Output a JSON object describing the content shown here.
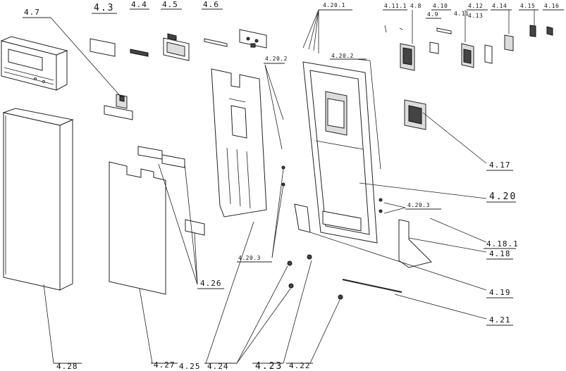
{
  "labels": {
    "l4_3": "4.3",
    "l4_4": "4.4",
    "l4_5": "4.5",
    "l4_6": "4.6",
    "l4_7": "4.7",
    "l4_20_1": "4.20.1",
    "l4_20_2a": "4.20.2",
    "l4_20_2b": "4.20.2",
    "l4_11_1": "4.11.1",
    "l4_8": "4.8",
    "l4_9": "4.9",
    "l4_10": "4.10",
    "l4_11": "4.11",
    "l4_12": "4.12",
    "l4_13": "4.13",
    "l4_14": "4.14",
    "l4_15": "4.15",
    "l4_16": "4.16",
    "l4_17": "4.17",
    "l4_20": "4.20",
    "l4_20_3a": "4.20.3",
    "l4_20_3b": "4.20.3",
    "l4_18_1": "4.18.1",
    "l4_18": "4.18",
    "l4_19": "4.19",
    "l4_21": "4.21",
    "l4_26": "4.26",
    "l4_28": "4.28",
    "l4_27": "4.27",
    "l4_25": "4.25",
    "l4_24": "4.24",
    "l4_23": "4.23",
    "l4_22": "4.22"
  }
}
